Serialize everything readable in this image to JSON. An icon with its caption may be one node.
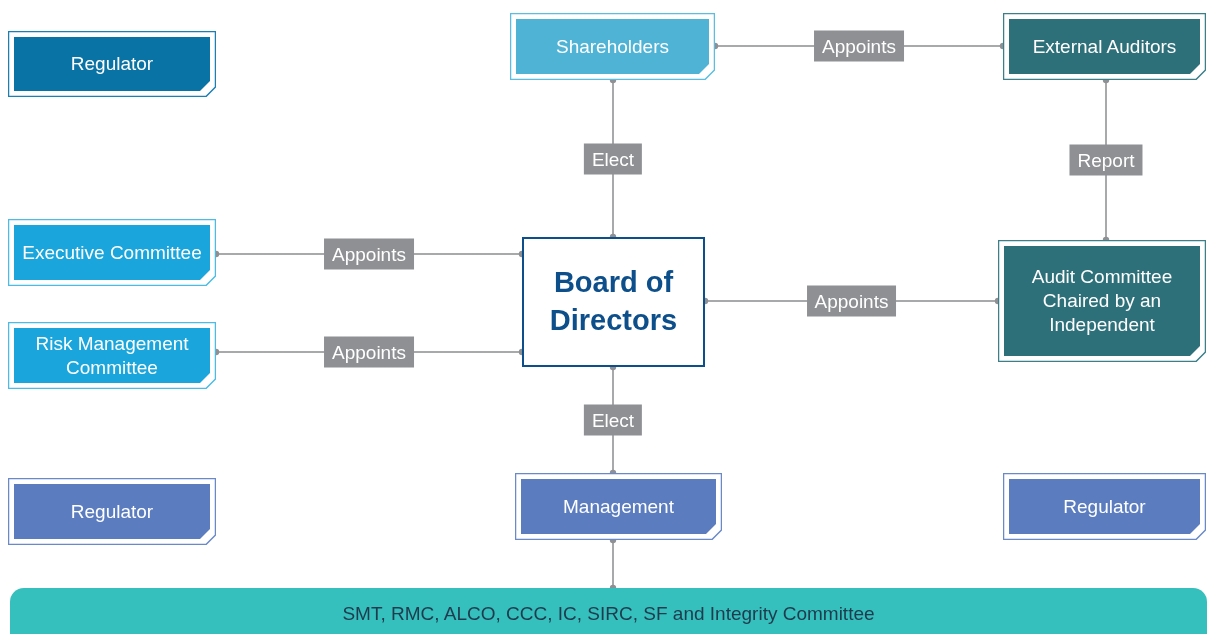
{
  "diagram": {
    "nodes": [
      {
        "text": [
          "Regulator"
        ]
      },
      {
        "text": [
          "Shareholders"
        ]
      },
      {
        "text": [
          "External Auditors"
        ]
      },
      {
        "text": [
          "Executive Committee"
        ]
      },
      {
        "text": [
          "Board of Directors"
        ]
      },
      {
        "text": [
          "Risk Management Committee"
        ]
      },
      {
        "text": [
          "Audit Committee Chaired by an Independent"
        ]
      },
      {
        "text": [
          "Regulator"
        ]
      },
      {
        "text": [
          "Management"
        ]
      },
      {
        "text": [
          "Regulator"
        ]
      },
      {
        "text": [
          "SMT, RMC, ALCO, CCC, IC, SIRC, SF and Integrity Committee"
        ]
      }
    ],
    "edges": [
      {
        "from": 1,
        "to": 2,
        "arrow": "other",
        "label": "Appoints"
      },
      {
        "from": 1,
        "to": 4,
        "arrow": "other",
        "label": "Elect"
      },
      {
        "from": 2,
        "to": 6,
        "arrow": "other",
        "label": "Report"
      },
      {
        "from": 4,
        "to": 3,
        "arrow": "other",
        "label": "Appoints"
      },
      {
        "from": 4,
        "to": 5,
        "arrow": "other",
        "label": "Appoints"
      },
      {
        "from": 4,
        "to": 6,
        "arrow": "other",
        "label": "Appoints"
      },
      {
        "from": 4,
        "to": 8,
        "arrow": "other",
        "label": "Elect"
      },
      {
        "from": 8,
        "to": 10,
        "arrow": "other"
      }
    ]
  }
}
